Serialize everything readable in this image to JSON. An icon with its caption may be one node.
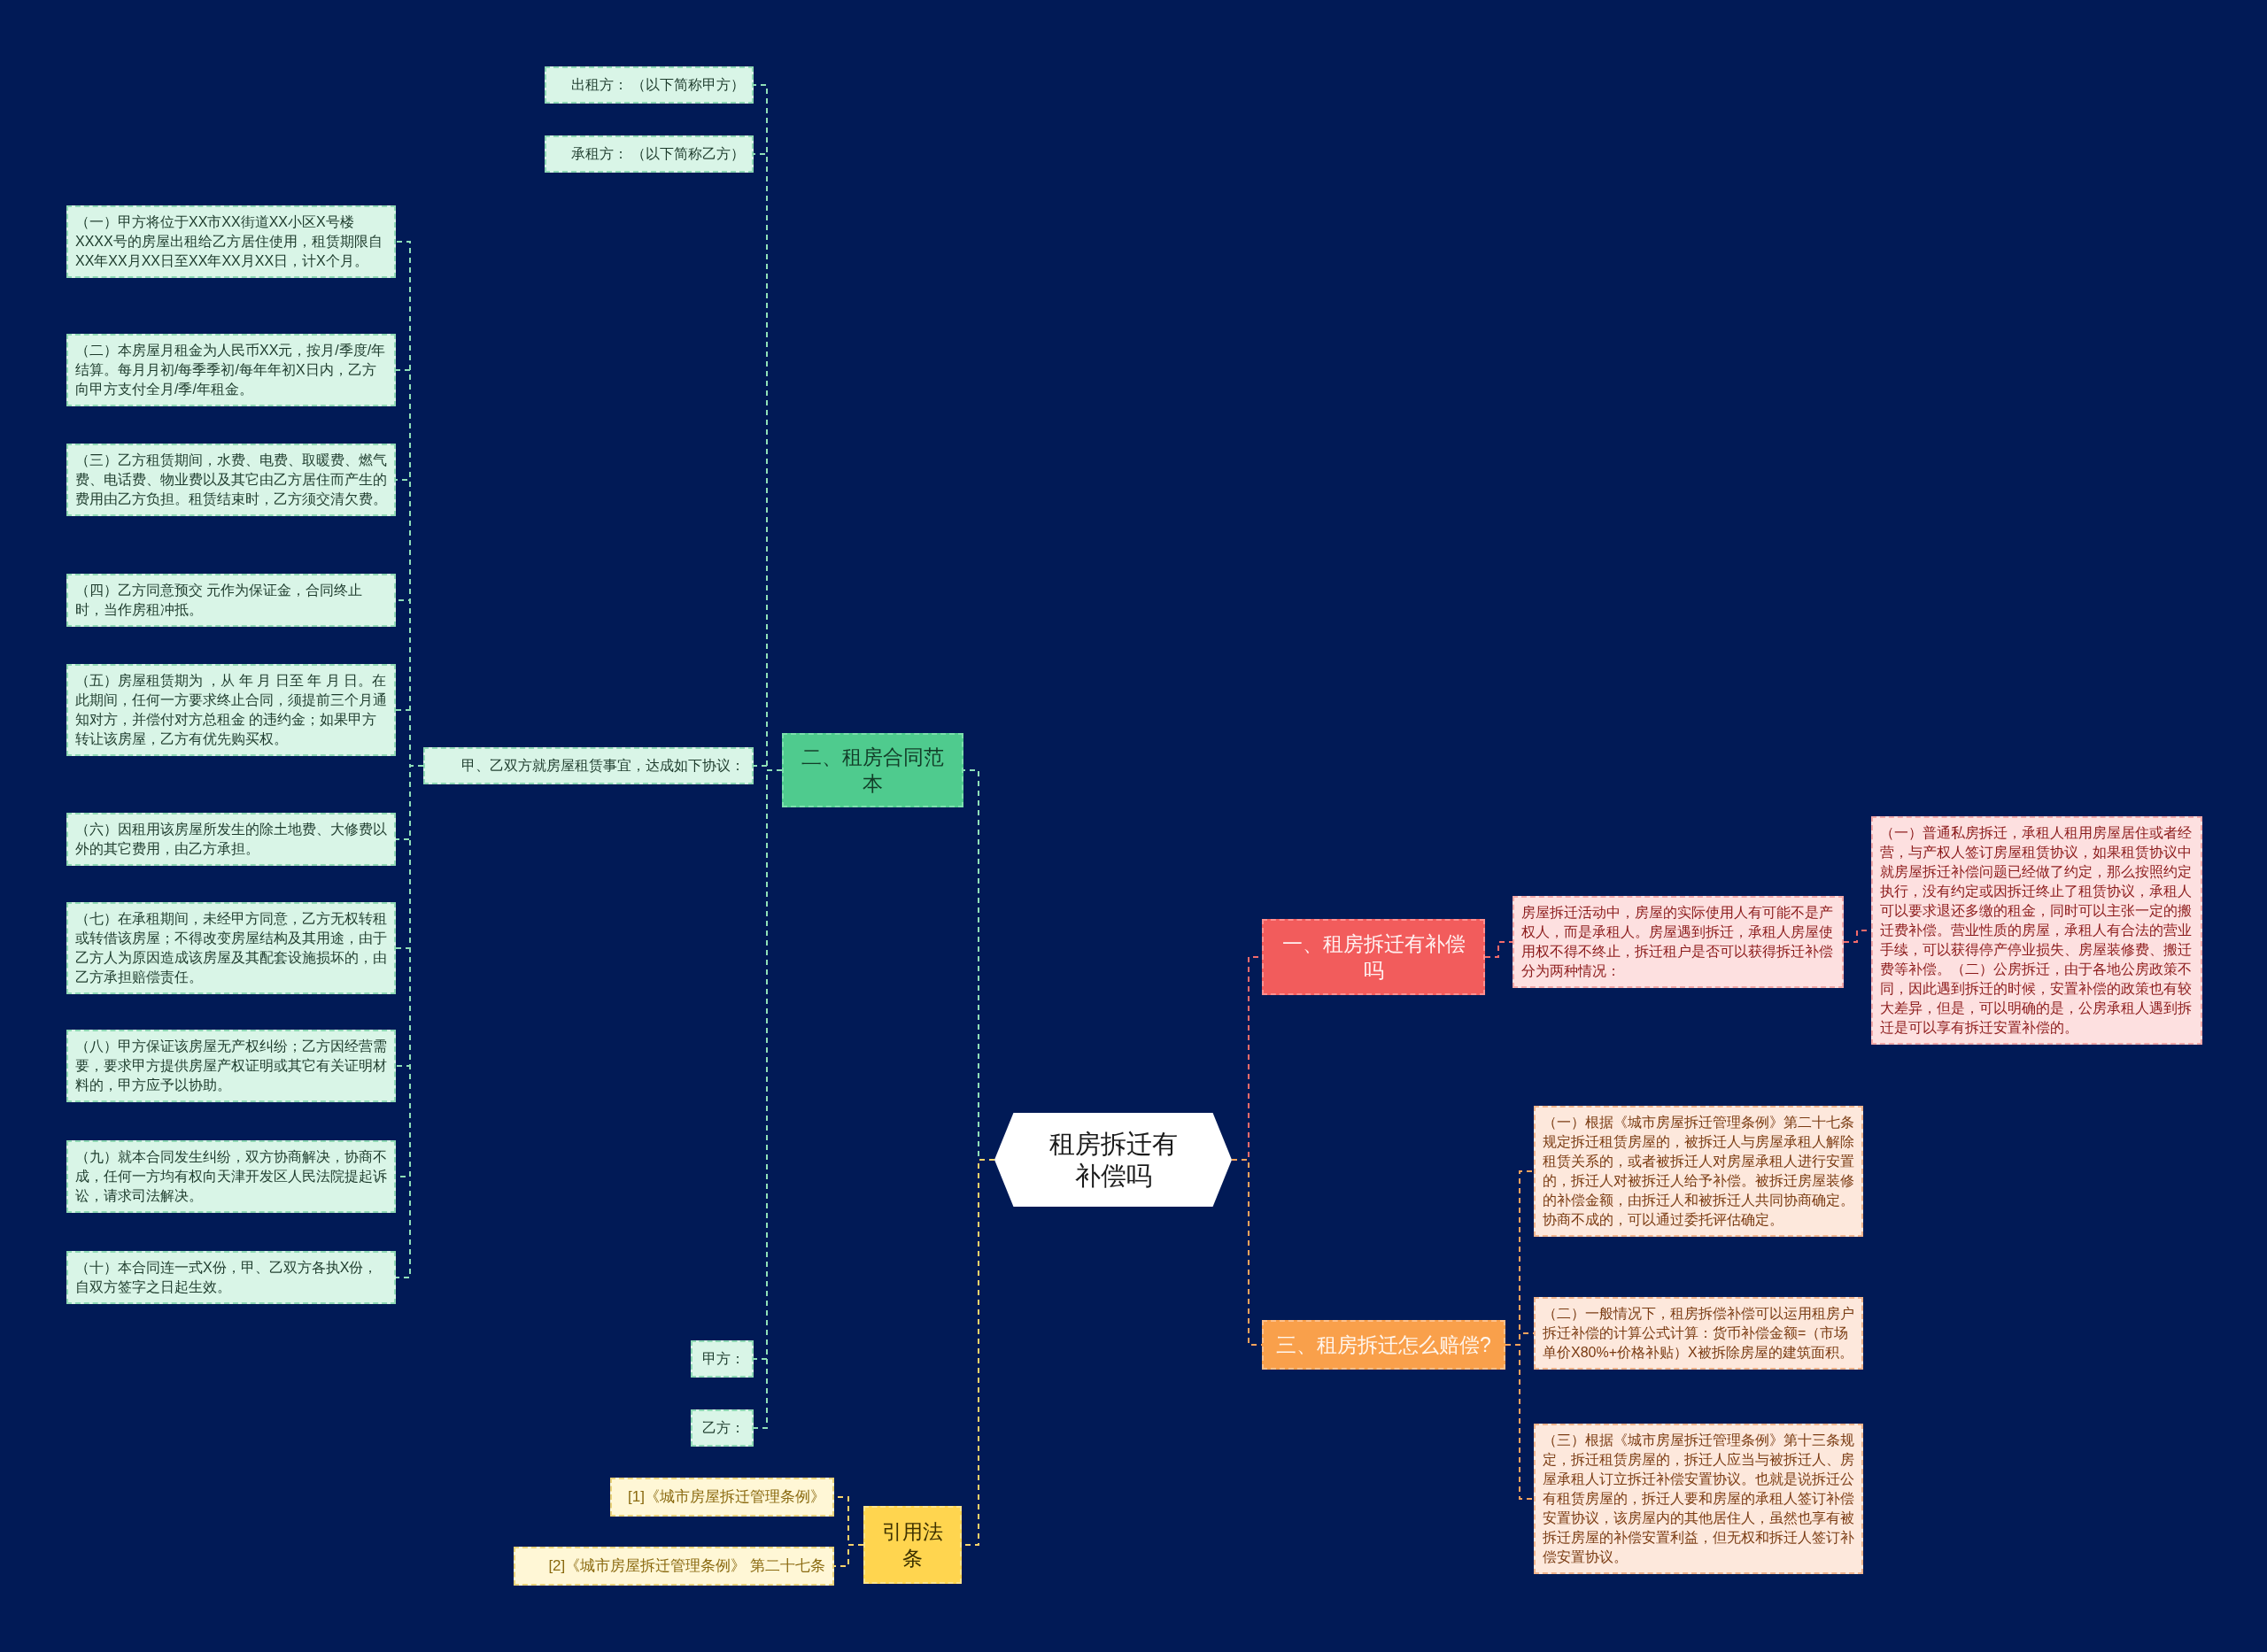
{
  "diagram": {
    "nodes": [
      {
        "text": [
          "租房拆迁有补偿吗"
        ]
      },
      {
        "text": [
          "一、租房拆迁有补偿吗"
        ]
      },
      {
        "text": [
          "房屋拆迁活动中，房屋的实际使用人有可能不是产权人，而是承租人。房屋遇到拆迁，承租人房屋使用权不得不终止，拆迁租户是否可以获得拆迁补偿分为两种情况："
        ]
      },
      {
        "text": [
          "（一）普通私房拆迁，承租人租用房屋居住或者经营，与产权人签订房屋租赁协议，如果租赁协议中就房屋拆迁补偿问题已经做了约定，那么按照约定执行，没有约定或因拆迁终止了租赁协议，承租人可以要求退还多缴的租金，同时可以主张一定的搬迁费补偿。营业性质的房屋，承租人有合法的营业手续，可以获得停产停业损失、房屋装修费、搬迁费等补偿。（二）公房拆迁，由于各地公房政策不同，因此遇到拆迁的时候，安置补偿的政策也有较大差异，但是，可以明确的是，公房承租人遇到拆迁是可以享有拆迁安置补偿的。"
        ]
      },
      {
        "text": [
          "二、租房合同范本"
        ]
      },
      {
        "text": [
          "出租方：  （以下简称甲方）"
        ]
      },
      {
        "text": [
          "承租方：  （以下简称乙方）"
        ]
      },
      {
        "text": [
          "甲、乙双方就房屋租赁事宜，达成如下协议："
        ]
      },
      {
        "text": [
          "（一）甲方将位于XX市XX街道XX小区X号楼XXXX号的房屋出租给乙方居住使用，租赁期限自XX年XX月XX日至XX年XX月XX日，计X个月。"
        ]
      },
      {
        "text": [
          "（二）本房屋月租金为人民币XX元，按月/季度/年结算。每月月初/每季季初/每年年初X日内，乙方向甲方支付全月/季/年租金。"
        ]
      },
      {
        "text": [
          "（三）乙方租赁期间，水费、电费、取暖费、燃气费、电话费、物业费以及其它由乙方居住而产生的费用由乙方负担。租赁结束时，乙方须交清欠费。"
        ]
      },
      {
        "text": [
          "（四）乙方同意预交 元作为保证金，合同终止时，当作房租冲抵。"
        ]
      },
      {
        "text": [
          "（五）房屋租赁期为 ，从 年 月 日至 年 月 日。在此期间，任何一方要求终止合同，须提前三个月通知对方，并偿付对方总租金 的违约金；如果甲方转让该房屋，乙方有优先购买权。"
        ]
      },
      {
        "text": [
          "（六）因租用该房屋所发生的除土地费、大修费以外的其它费用，由乙方承担。"
        ]
      },
      {
        "text": [
          "（七）在承租期间，未经甲方同意，乙方无权转租或转借该房屋；不得改变房屋结构及其用途，由于乙方人为原因造成该房屋及其配套设施损坏的，由乙方承担赔偿责任。"
        ]
      },
      {
        "text": [
          "（八）甲方保证该房屋无产权纠纷；乙方因经营需要，要求甲方提供房屋产权证明或其它有关证明材料的，甲方应予以协助。"
        ]
      },
      {
        "text": [
          "（九）就本合同发生纠纷，双方协商解决，协商不成，任何一方均有权向天津开发区人民法院提起诉讼，请求司法解决。"
        ]
      },
      {
        "text": [
          "（十）本合同连一式X份，甲、乙双方各执X份，自双方签字之日起生效。"
        ]
      },
      {
        "text": [
          "甲方："
        ]
      },
      {
        "text": [
          "乙方："
        ]
      },
      {
        "text": [
          "引用法条"
        ]
      },
      {
        "text": [
          "[1]《城市房屋拆迁管理条例》"
        ]
      },
      {
        "text": [
          "[2]《城市房屋拆迁管理条例》 第二十七条"
        ]
      },
      {
        "text": [
          "三、租房拆迁怎么赔偿?"
        ]
      },
      {
        "text": [
          "（一）根据《城市房屋拆迁管理条例》第二十七条规定拆迁租赁房屋的，被拆迁人与房屋承租人解除租赁关系的，或者被拆迁人对房屋承租人进行安置的，拆迁人对被拆迁人给予补偿。被拆迁房屋装修的补偿金额，由拆迁人和被拆迁人共同协商确定。协商不成的，可以通过委托评估确定。"
        ]
      },
      {
        "text": [
          "（二）一般情况下，租房拆偿补偿可以运用租房户拆迁补偿的计算公式计算：货币补偿金额=（市场单价X80%+价格补贴）X被拆除房屋的建筑面积。"
        ]
      },
      {
        "text": [
          "（三）根据《城市房屋拆迁管理条例》第十三条规定，拆迁租赁房屋的，拆迁人应当与被拆迁人、房屋承租人订立拆迁补偿安置协议。也就是说拆迁公有租赁房屋的，拆迁人要和房屋的承租人签订补偿安置协议，该房屋内的其他居住人，虽然也享有被拆迁房屋的补偿安置利益，但无权和拆迁人签订补偿安置协议。"
        ]
      }
    ],
    "edges": [
      {
        "from": 0,
        "to": 1,
        "arrow": "none",
        "color": "#f26b6b"
      },
      {
        "from": 1,
        "to": 2,
        "arrow": "none",
        "color": "#f26b6b"
      },
      {
        "from": 2,
        "to": 3,
        "arrow": "none",
        "color": "#f26b6b"
      },
      {
        "from": 0,
        "to": 4,
        "arrow": "none"
      },
      {
        "from": 4,
        "to": 5,
        "arrow": "none"
      },
      {
        "from": 4,
        "to": 6,
        "arrow": "none"
      },
      {
        "from": 4,
        "to": 7,
        "arrow": "none"
      },
      {
        "from": 7,
        "to": 8,
        "arrow": "none"
      },
      {
        "from": 7,
        "to": 9,
        "arrow": "none"
      },
      {
        "from": 7,
        "to": 10,
        "arrow": "none"
      },
      {
        "from": 7,
        "to": 11,
        "arrow": "none"
      },
      {
        "from": 7,
        "to": 12,
        "arrow": "none"
      },
      {
        "from": 7,
        "to": 13,
        "arrow": "none"
      },
      {
        "from": 7,
        "to": 14,
        "arrow": "none"
      },
      {
        "from": 7,
        "to": 15,
        "arrow": "none"
      },
      {
        "from": 7,
        "to": 16,
        "arrow": "none"
      },
      {
        "from": 7,
        "to": 17,
        "arrow": "none"
      },
      {
        "from": 4,
        "to": 18,
        "arrow": "none"
      },
      {
        "from": 4,
        "to": 19,
        "arrow": "none"
      },
      {
        "from": 0,
        "to": 20,
        "arrow": "none",
        "color": "#f5d36b"
      },
      {
        "from": 20,
        "to": 21,
        "arrow": "none",
        "color": "#f5d36b"
      },
      {
        "from": 20,
        "to": 22,
        "arrow": "none",
        "color": "#f5d36b"
      },
      {
        "from": 0,
        "to": 23,
        "arrow": "none",
        "color": "#f7a35c"
      },
      {
        "from": 23,
        "to": 24,
        "arrow": "none",
        "color": "#f7a35c"
      },
      {
        "from": 23,
        "to": 25,
        "arrow": "none",
        "color": "#f7a35c"
      },
      {
        "from": 23,
        "to": 26,
        "arrow": "none",
        "color": "#f7a35c"
      }
    ]
  }
}
